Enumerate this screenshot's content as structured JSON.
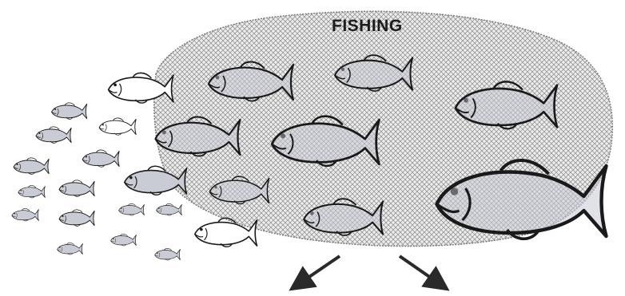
{
  "diagram": {
    "title": "FISHING",
    "colors": {
      "ink": "#1a1a1a",
      "fish_shade": "#b9bcc6",
      "small_fish_fill": "#c3c6cf",
      "net_fill": "#ececec",
      "net_mesh": "#8a8a8a",
      "arrow": "#2a2a2a"
    },
    "elements": {
      "net": "fishing-net",
      "school_outside": "small-fish-school",
      "fish_in_net": "caught-fish-group",
      "arrows": [
        "arrow-down-left",
        "arrow-down-right"
      ]
    }
  }
}
